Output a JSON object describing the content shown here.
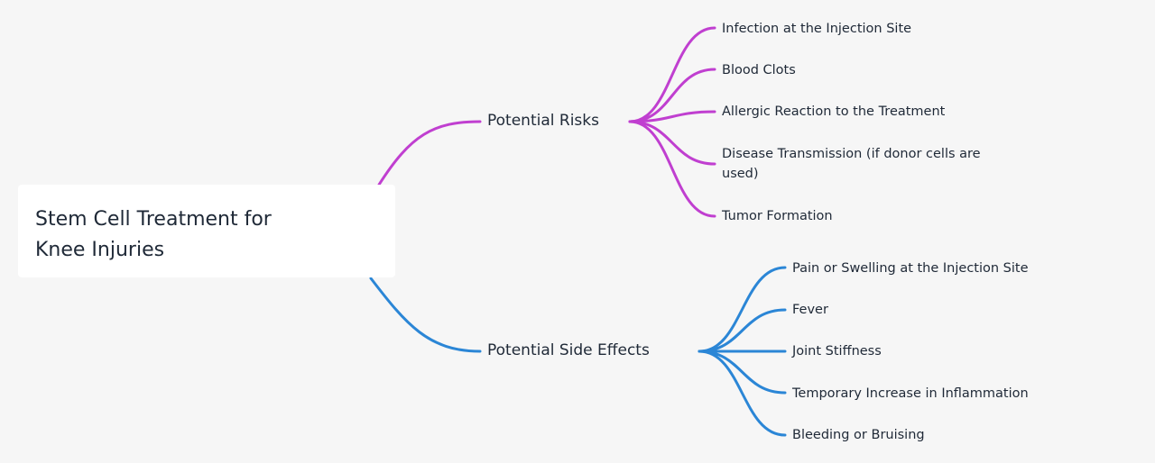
{
  "diagram": {
    "root": "Stem Cell Treatment for Knee Injuries",
    "branches": [
      {
        "label": "Potential Risks",
        "color": "#c03fd0",
        "children": [
          "Infection at the Injection Site",
          "Blood Clots",
          "Allergic Reaction to the Treatment",
          "Disease Transmission (if donor cells are used)",
          "Tumor Formation"
        ]
      },
      {
        "label": "Potential Side Effects",
        "color": "#2b86d6",
        "children": [
          "Pain or Swelling at the Injection Site",
          "Fever",
          "Joint Stiffness",
          "Temporary Increase in Inflammation",
          "Bleeding or Bruising"
        ]
      }
    ]
  }
}
